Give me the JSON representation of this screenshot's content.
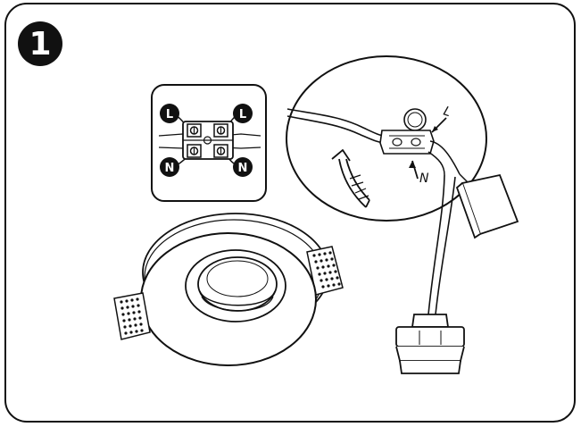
{
  "step": {
    "number": "1"
  },
  "terminal_block": {
    "top_left": "L",
    "top_right": "L",
    "bottom_left": "N",
    "bottom_right": "N"
  },
  "wire_labels": {
    "live": "L",
    "neutral": "N"
  },
  "colors": {
    "ink": "#111111",
    "paper": "#ffffff"
  },
  "icons": [
    "step-number-badge",
    "terminal-connector-diagram",
    "rotation-arrow",
    "recessed-downlight-fixture",
    "lamp-holder-socket"
  ]
}
